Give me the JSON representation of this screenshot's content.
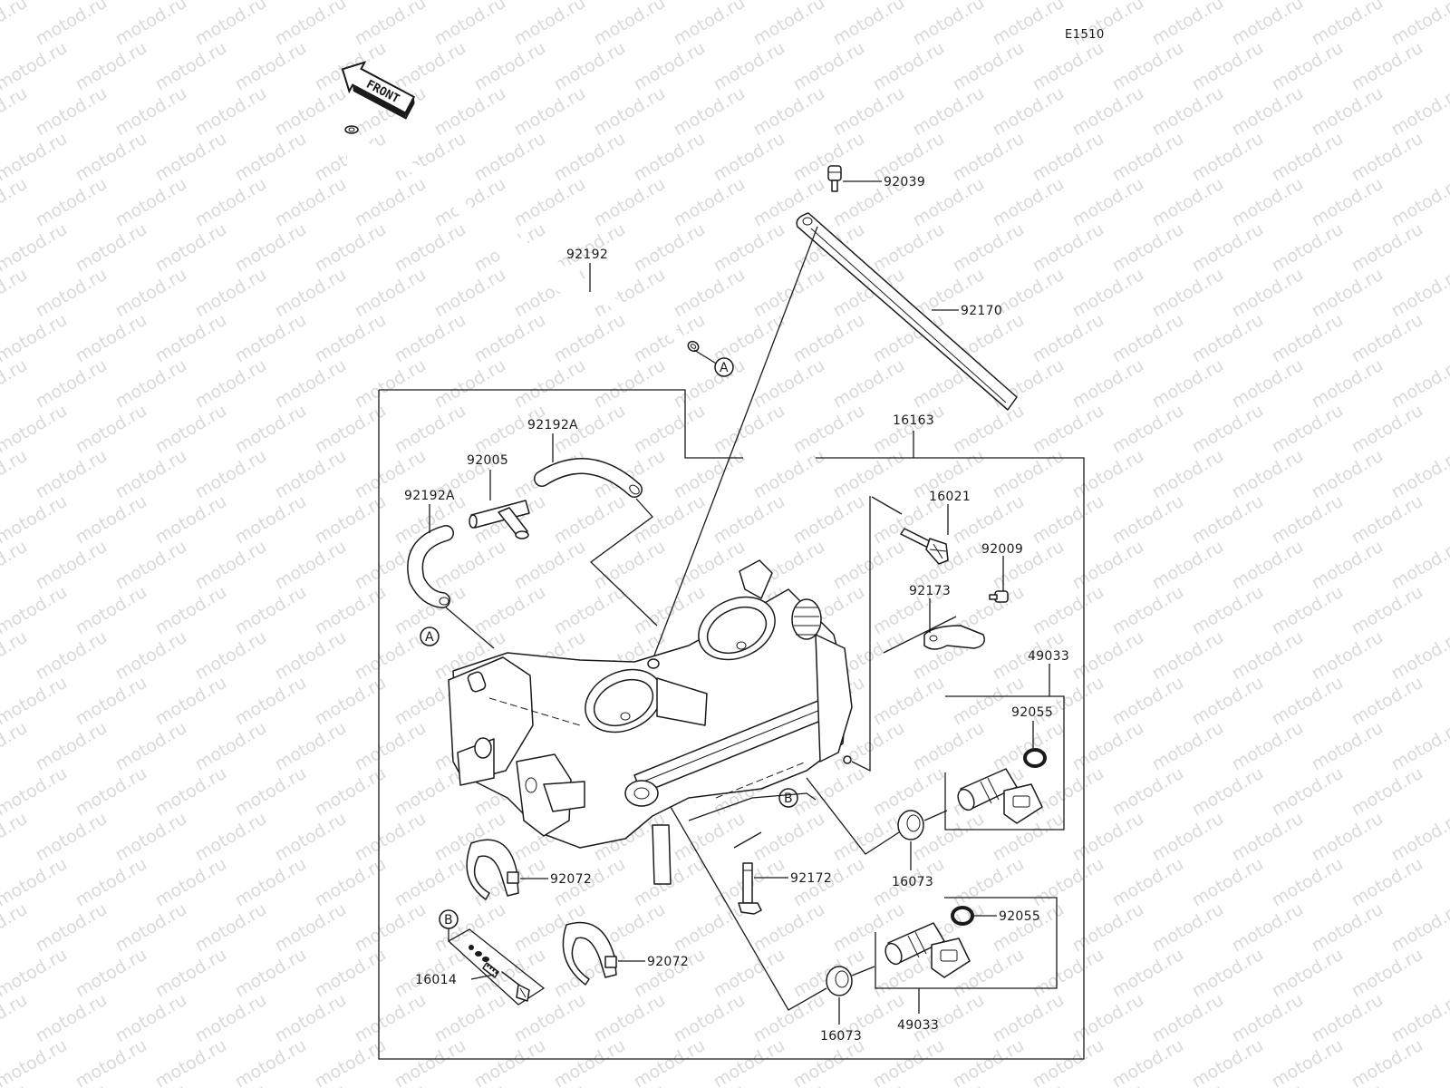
{
  "diagram": {
    "code": "E1510",
    "front_label": "FRONT",
    "watermark": "motod.ru",
    "labels": {
      "p92192": "92192",
      "p92039": "92039",
      "p92170": "92170",
      "p16163": "16163",
      "p92192A_top": "92192A",
      "p92005": "92005",
      "p92192A_left": "92192A",
      "p16021": "16021",
      "p92009": "92009",
      "p92173": "92173",
      "p49033_top": "49033",
      "p92055_top": "92055",
      "p16073_right": "16073",
      "p92072_upper": "92072",
      "p92172": "92172",
      "p92072_lower": "92072",
      "p16014": "16014",
      "p92055_bottom": "92055",
      "p49033_bottom": "49033",
      "p16073_bottom": "16073"
    },
    "callouts": {
      "a_top": "A",
      "a_left": "A",
      "b_body": "B",
      "b_kit": "B"
    }
  }
}
